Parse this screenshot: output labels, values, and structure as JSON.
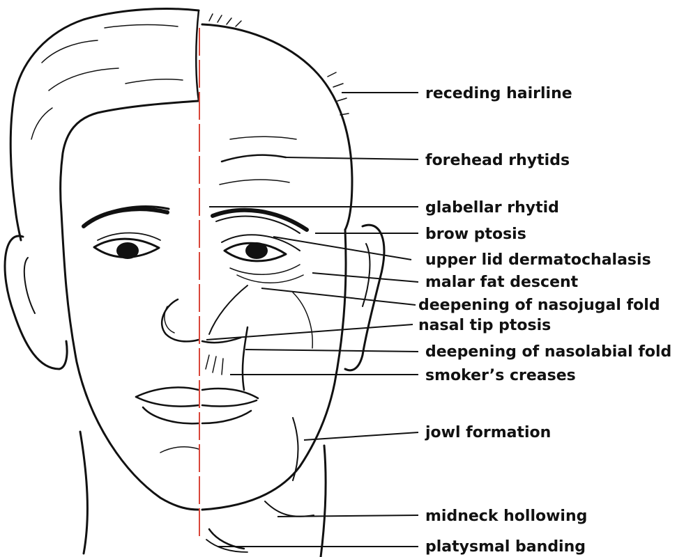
{
  "labels": [
    {
      "id": "receding-hairline",
      "text": "receding hairline"
    },
    {
      "id": "forehead-rhytids",
      "text": "forehead rhytids"
    },
    {
      "id": "glabellar-rhytid",
      "text": "glabellar rhytid"
    },
    {
      "id": "brow-ptosis",
      "text": "brow ptosis"
    },
    {
      "id": "upper-lid-dermatochalasis",
      "text": "upper lid dermatochalasis"
    },
    {
      "id": "malar-fat-descent",
      "text": "malar fat descent"
    },
    {
      "id": "deepening-of-nasojugal-fold",
      "text": "deepening of nasojugal fold"
    },
    {
      "id": "nasal-tip-ptosis",
      "text": "nasal tip ptosis"
    },
    {
      "id": "deepening-of-nasolabial-fold",
      "text": "deepening of nasolabial fold"
    },
    {
      "id": "smokers-creases",
      "text": "smoker’s creases"
    },
    {
      "id": "jowl-formation",
      "text": "jowl formation"
    },
    {
      "id": "midneck-hollowing",
      "text": "midneck hollowing"
    },
    {
      "id": "platysmal-banding",
      "text": "platysmal banding"
    }
  ],
  "colors": {
    "ink": "#111111",
    "midline": "#d9473a",
    "background": "#ffffff"
  }
}
